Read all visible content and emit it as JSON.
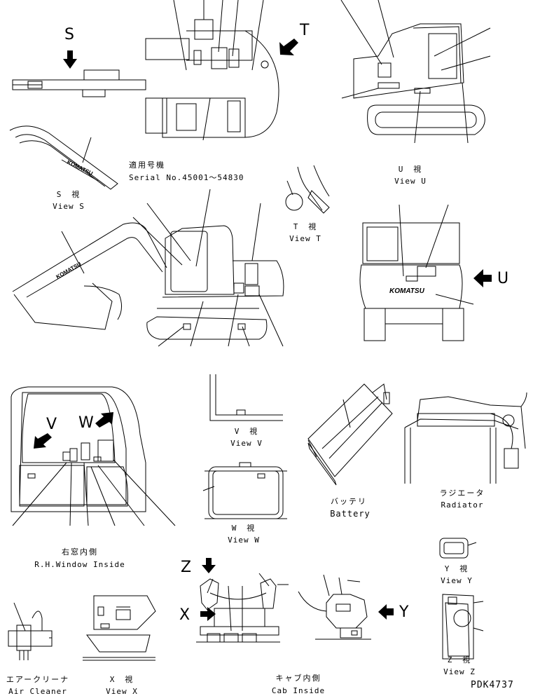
{
  "letters": {
    "s": "S",
    "t": "T",
    "u": "U",
    "v": "V",
    "w": "W",
    "x": "X",
    "y": "Y",
    "z": "Z"
  },
  "serial": {
    "jp": "適用号機",
    "en": "Serial No.45001～54830"
  },
  "views": {
    "s": {
      "jp": "S　視",
      "en": "View S"
    },
    "t": {
      "jp": "T　視",
      "en": "View T"
    },
    "u": {
      "jp": "U　視",
      "en": "View U"
    },
    "v": {
      "jp": "V　視",
      "en": "View V"
    },
    "w": {
      "jp": "W　視",
      "en": "View W"
    },
    "x": {
      "jp": "X　視",
      "en": "View X"
    },
    "y": {
      "jp": "Y　視",
      "en": "View Y"
    },
    "z": {
      "jp": "Z　視",
      "en": "View Z"
    }
  },
  "parts": {
    "battery": {
      "jp": "バッテリ",
      "en": "Battery"
    },
    "radiator": {
      "jp": "ラジエータ",
      "en": "Radiator"
    },
    "window": {
      "jp": "右窓内側",
      "en": "R.H.Window Inside"
    },
    "cleaner": {
      "jp": "エアークリーナ",
      "en": "Air Cleaner"
    },
    "cab": {
      "jp": "キャブ内側",
      "en": "Cab Inside"
    }
  },
  "brand": "KOMATSU",
  "drawing_code": "PDK4737"
}
